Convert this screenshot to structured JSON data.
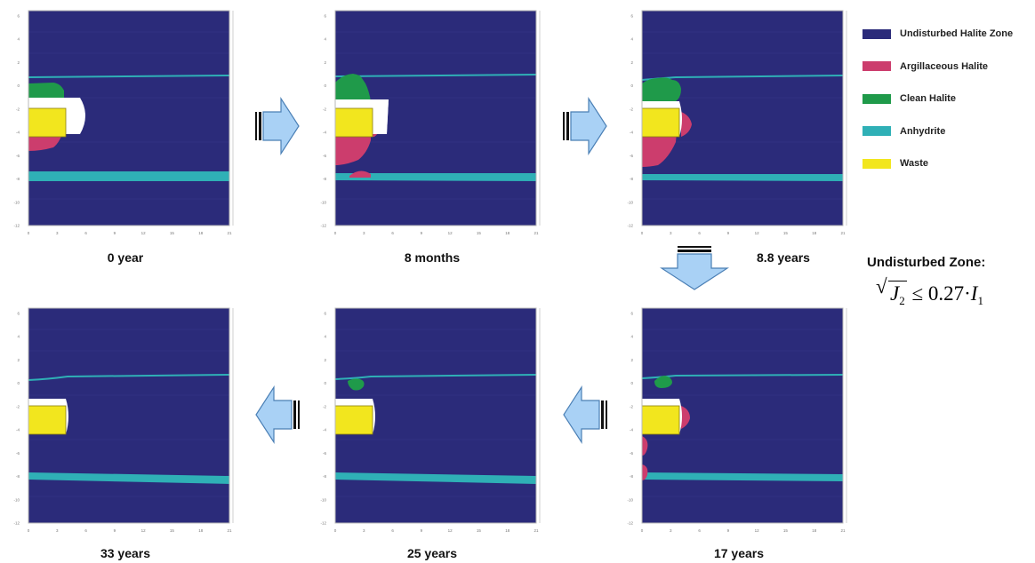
{
  "panels": [
    {
      "id": "p0",
      "caption": "0 year"
    },
    {
      "id": "p1",
      "caption": "8 months"
    },
    {
      "id": "p2",
      "caption": "8.8 years"
    },
    {
      "id": "p3",
      "caption": "17 years"
    },
    {
      "id": "p4",
      "caption": "25 years"
    },
    {
      "id": "p5",
      "caption": "33 years"
    }
  ],
  "axis": {
    "x_ticks": [
      "0",
      "3",
      "6",
      "9",
      "12",
      "15",
      "18",
      "21"
    ],
    "y_ticks": [
      "6",
      "4",
      "2",
      "0",
      "-2",
      "-4",
      "-6",
      "-8",
      "-10",
      "-12"
    ]
  },
  "legend": [
    {
      "label": "Undisturbed Halite Zone",
      "color": "#2b2b7a"
    },
    {
      "label": "Argillaceous Halite",
      "color": "#cc3d6d"
    },
    {
      "label": "Clean Halite",
      "color": "#1f9a4a"
    },
    {
      "label": "Anhydrite",
      "color": "#2fb0b6"
    },
    {
      "label": "Waste",
      "color": "#f2e61e"
    }
  ],
  "criterion": {
    "title": "Undisturbed Zone:",
    "lhs_symbol": "J",
    "lhs_sub": "2",
    "operator": "≤",
    "coefficient": "0.27",
    "dot": "·",
    "rhs_symbol": "I",
    "rhs_sub": "1"
  },
  "colors": {
    "halite": "#2b2b7a",
    "argillaceous": "#cc3d6d",
    "clean": "#1f9a4a",
    "anhydrite": "#2fb0b6",
    "waste": "#f2e61e",
    "arrow_fill": "#a9d1f5",
    "arrow_stroke": "#4a7fb5"
  }
}
